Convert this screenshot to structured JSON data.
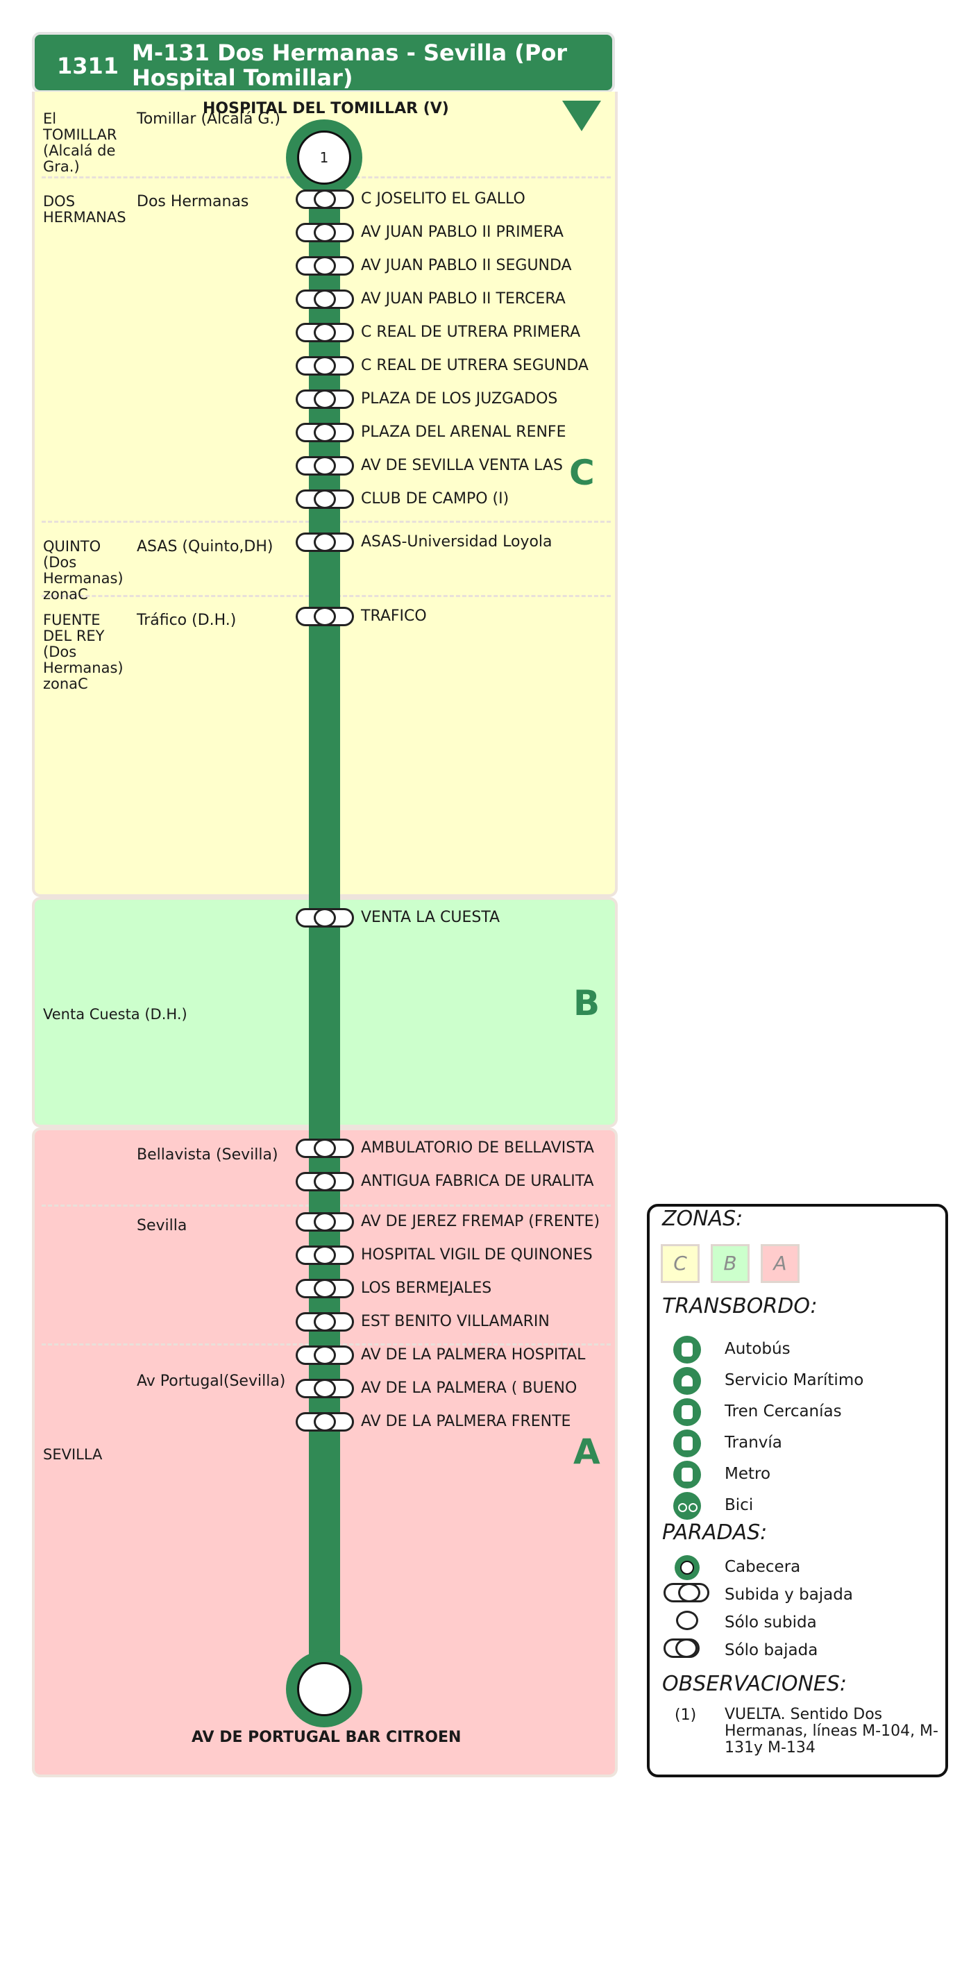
{
  "header": {
    "code": "1311",
    "title": "M-131 Dos Hermanas - Sevilla (Por Hospital Tomillar)",
    "color": "#318a55"
  },
  "start_stop": {
    "name": "HOSPITAL DEL TOMILLAR (V)",
    "note_ref": "1"
  },
  "end_stop": {
    "name": "AV DE PORTUGAL BAR CITROEN"
  },
  "zones": [
    {
      "letter": "C",
      "color": "#ffffcc"
    },
    {
      "letter": "B",
      "color": "#ccffcc"
    },
    {
      "letter": "A",
      "color": "#ffcccc"
    }
  ],
  "localities": [
    {
      "name": "El TOMILLAR (Alcalá de Gra.)",
      "municipality": "Tomillar (Alcalá G.)"
    },
    {
      "name": "DOS HERMANAS",
      "municipality": "Dos Hermanas"
    },
    {
      "name": "QUINTO (Dos Hermanas) zonaC",
      "municipality": "ASAS (Quinto,DH)"
    },
    {
      "name": "FUENTE DEL REY (Dos Hermanas) zonaC",
      "municipality": "Tráfico (D.H.)"
    },
    {
      "name": "",
      "municipality": "Venta Cuesta (D.H.)"
    },
    {
      "name": "",
      "municipality": "Bellavista (Sevilla)"
    },
    {
      "name": "",
      "municipality": "Sevilla"
    },
    {
      "name": "",
      "municipality": "Av Portugal(Sevilla)"
    },
    {
      "name": "SEVILLA",
      "municipality": ""
    }
  ],
  "stops": [
    "C JOSELITO EL GALLO",
    "AV JUAN PABLO II PRIMERA",
    "AV JUAN PABLO II SEGUNDA",
    "AV JUAN PABLO II TERCERA",
    "C REAL DE UTRERA PRIMERA",
    "C REAL DE UTRERA SEGUNDA",
    "PLAZA DE LOS JUZGADOS",
    "PLAZA DEL ARENAL RENFE",
    "AV DE SEVILLA VENTA LAS",
    "CLUB DE CAMPO (I)",
    "ASAS-Universidad Loyola",
    "TRAFICO",
    "VENTA LA CUESTA",
    "AMBULATORIO DE BELLAVISTA",
    "ANTIGUA FABRICA DE URALITA",
    "AV DE JEREZ FREMAP (FRENTE)",
    "HOSPITAL VIGIL DE QUINONES",
    "LOS BERMEJALES",
    "EST BENITO VILLAMARIN",
    "AV DE LA PALMERA HOSPITAL",
    "AV DE LA PALMERA  ( BUENO",
    "AV DE LA PALMERA FRENTE"
  ],
  "legend": {
    "zonas_title": "ZONAS:",
    "zone_letters": [
      "C",
      "B",
      "A"
    ],
    "transbordo_title": "TRANSBORDO:",
    "transbordo": [
      {
        "icon": "bus-icon",
        "label": "Autobús"
      },
      {
        "icon": "boat-icon",
        "label": "Servicio Marítimo"
      },
      {
        "icon": "train-icon",
        "label": "Tren Cercanías"
      },
      {
        "icon": "tram-icon",
        "label": "Tranvía"
      },
      {
        "icon": "metro-icon",
        "label": "Metro"
      },
      {
        "icon": "bike-icon",
        "label": "Bici"
      }
    ],
    "paradas_title": "PARADAS:",
    "paradas": [
      "Cabecera",
      "Subida y bajada",
      "Sólo subida",
      "Sólo bajada"
    ],
    "observaciones_title": "OBSERVACIONES:",
    "observaciones": [
      {
        "ref": "(1)",
        "text": "VUELTA. Sentido Dos Hermanas, líneas M-104, M-131y M-134"
      }
    ]
  }
}
